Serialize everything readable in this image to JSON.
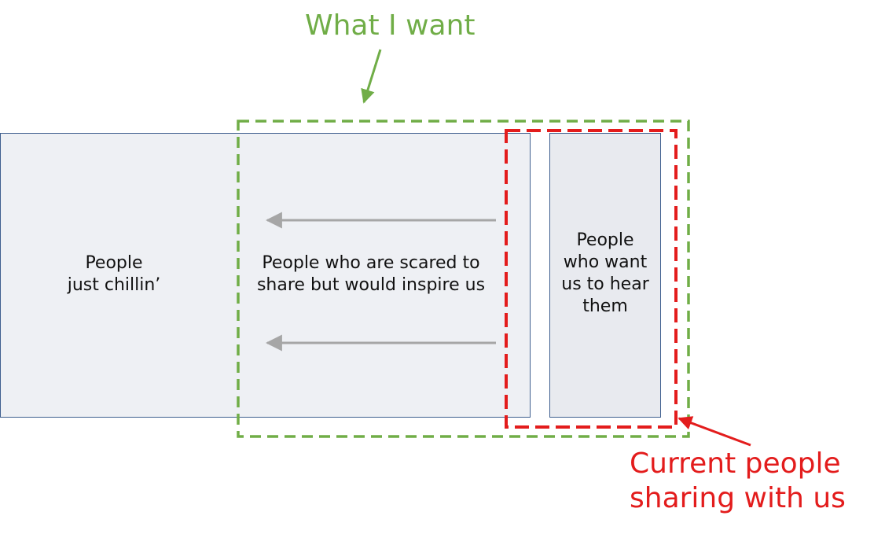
{
  "groups": {
    "chillin": {
      "label": "People\njust chillin’"
    },
    "scared": {
      "label": "People who are scared to\nshare but would inspire us"
    },
    "want_heard": {
      "label": "People\nwho want\nus to hear\nthem"
    }
  },
  "callouts": {
    "what_i_want": {
      "text": "What I want",
      "color": "#70ad47"
    },
    "current_sharing": {
      "text": "Current people\nsharing with us",
      "color": "#e31c1c"
    }
  },
  "colors": {
    "box_border": "#3f5f8f",
    "box_fill": "#eef0f4",
    "arrow_gray": "#a6a6a6"
  }
}
